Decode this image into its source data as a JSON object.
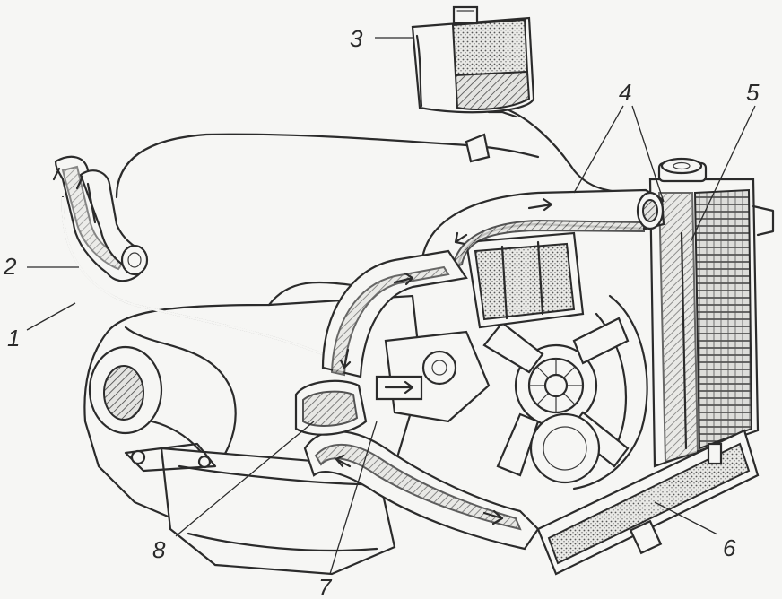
{
  "diagram": {
    "callouts": [
      {
        "id": "1",
        "label": "1"
      },
      {
        "id": "2",
        "label": "2"
      },
      {
        "id": "3",
        "label": "3"
      },
      {
        "id": "4",
        "label": "4"
      },
      {
        "id": "5",
        "label": "5"
      },
      {
        "id": "6",
        "label": "6"
      },
      {
        "id": "7",
        "label": "7"
      },
      {
        "id": "8",
        "label": "8"
      }
    ],
    "colors": {
      "ink": "#2b2b2b",
      "paper": "#f6f6f4"
    }
  }
}
